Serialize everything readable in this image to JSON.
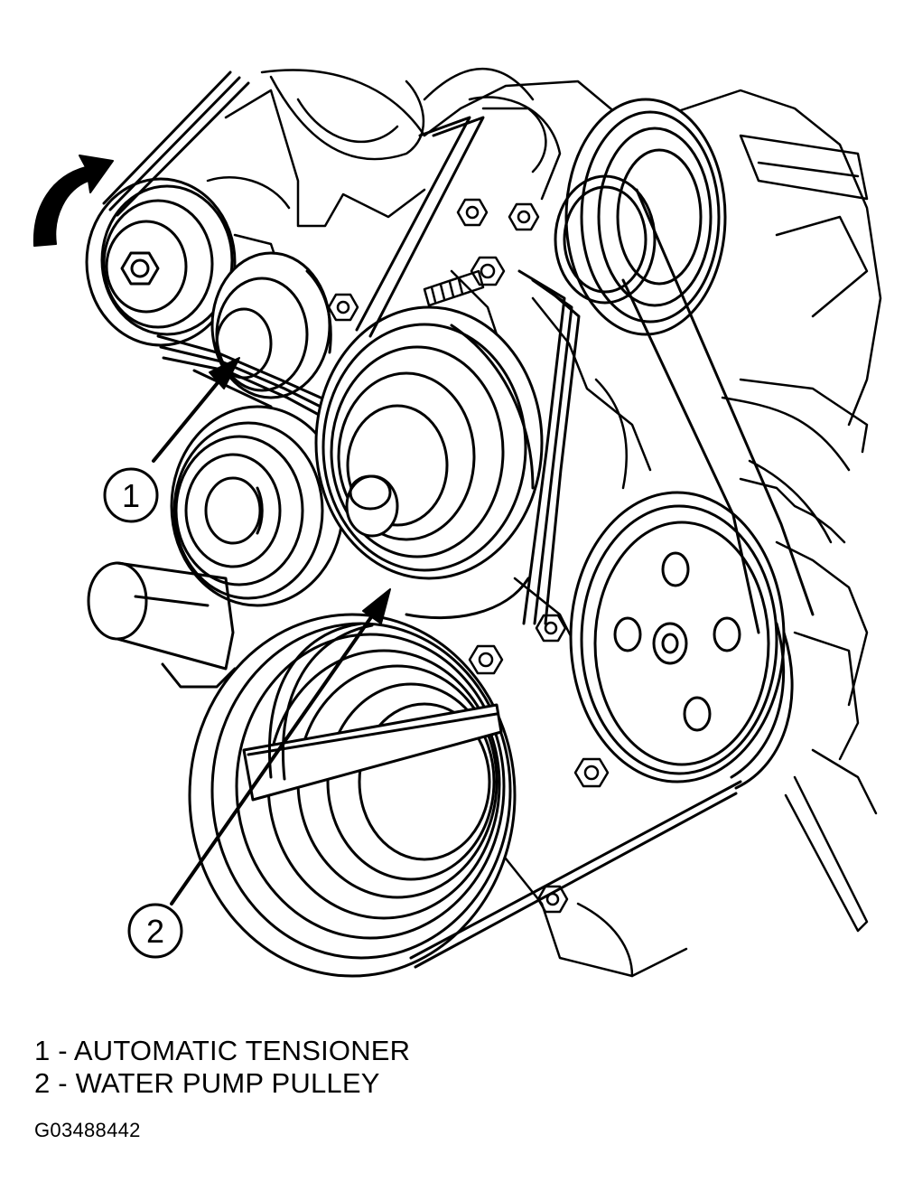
{
  "callouts": [
    {
      "number": "1"
    },
    {
      "number": "2"
    }
  ],
  "legend": [
    {
      "number": "1",
      "text": "1 - AUTOMATIC TENSIONER"
    },
    {
      "number": "2",
      "text": "2 - WATER PUMP PULLEY"
    }
  ],
  "figure_id": "G03488442",
  "icons": [
    "rotation-arrow-icon"
  ],
  "colors": {
    "ink": "#000000",
    "paper": "#ffffff"
  }
}
